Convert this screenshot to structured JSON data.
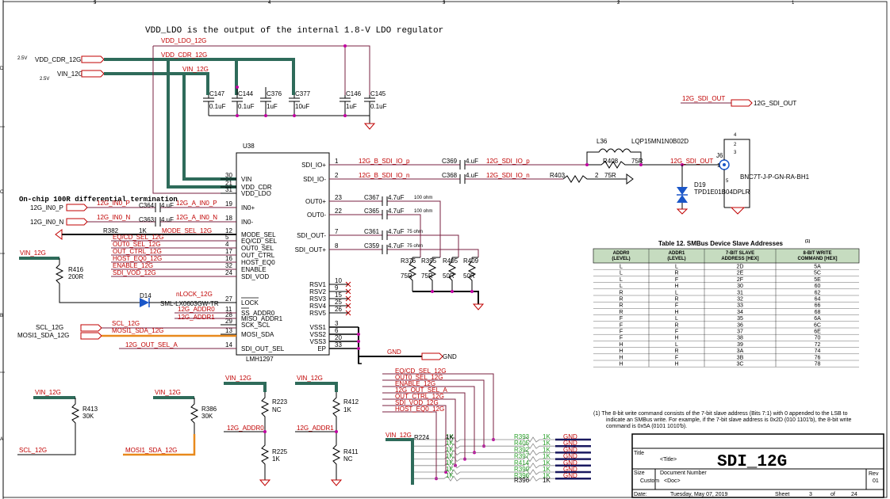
{
  "header_note": "VDD_LDO is the output of the internal 1.8-V LDO regulator",
  "termination_note": "On-chip 100R differential termination",
  "ports": {
    "vdd_cdr_voltage": "2.5V",
    "vdd_cdr": "VDD_CDR_12G",
    "vin_voltage": "2.5V",
    "vin": "VIN_12G",
    "in0_p": "12G_IN0_P",
    "in0_n": "12G_IN0_N",
    "scl": "SCL_12G",
    "mosi": "MOSI1_SDA_12G",
    "sdi_out_port": "12G_SDI_OUT",
    "sdi_out_net": "12G_SDI_OUT",
    "gnd": "GND"
  },
  "nets": {
    "vdd_ldo": "VDD_LDO_12G",
    "vdd_cdr": "VDD_CDR_12G",
    "vin": "VIN_12G",
    "b_sdi_io_p": "12G_B_SDI_IO_p",
    "b_sdi_io_n": "12G_B_SDI_IO_n",
    "sdi_io_p": "12G_SDI_IO_p",
    "sdi_io_n": "12G_SDI_IO_n",
    "sdi_out": "12G_SDI_OUT",
    "a_in0_p": "12G_A_IN0_P",
    "a_in0_n": "12G_A_IN0_N",
    "mode_sel": "MODE_SEL_12G",
    "eq_cd_sel": "EQ/CD_SEL_12G",
    "out0_sel": "OUT0_SEL_12G",
    "out_ctrl": "OUT_CTRL_12G",
    "host_eq0": "HOST_EQ0_12G",
    "enable": "ENABLE_12G",
    "sdi_vod": "SDI_VOD_12G",
    "nlock": "nLOCK_12G",
    "addr0": "12G_ADDR0",
    "addr1": "12G_ADDR1",
    "scl": "SCL_12G",
    "mosi": "MOSI1_SDA_12G",
    "out_sel_a": "12G_OUT_SEL_A",
    "gnd": "GND",
    "in0_p_left": "12G_IN0_P",
    "in0_n_left": "12G_IN0_N"
  },
  "caps": [
    {
      "ref": "C147",
      "val": "0.1uF"
    },
    {
      "ref": "C144",
      "val": "0.1uF"
    },
    {
      "ref": "C376",
      "val": "1uF"
    },
    {
      "ref": "C377",
      "val": "10uF"
    },
    {
      "ref": "C146",
      "val": "1uF"
    },
    {
      "ref": "C145",
      "val": "0.1uF"
    }
  ],
  "ic": {
    "ref": "U38",
    "part": "LMH1297",
    "left_pins": [
      {
        "num": "30",
        "name": "VIN"
      },
      {
        "num": "21",
        "name": "VDD_CDR"
      },
      {
        "num": "31",
        "name": "VDD_LDO"
      },
      {
        "num": "19",
        "name": "IN0+"
      },
      {
        "num": "18",
        "name": "IN0-"
      },
      {
        "num": "12",
        "name": "MODE_SEL"
      },
      {
        "num": "5",
        "name": "EQ/CD_SEL"
      },
      {
        "num": "4",
        "name": "OUT0_SEL"
      },
      {
        "num": "17",
        "name": "OUT_CTRL"
      },
      {
        "num": "16",
        "name": "HOST_EQ0"
      },
      {
        "num": "32",
        "name": "ENABLE"
      },
      {
        "num": "24",
        "name": "SDI_VOD"
      },
      {
        "num": "27",
        "name": "LOCK"
      },
      {
        "num": "11",
        "name": "SS_ADDR0"
      },
      {
        "num": "28",
        "name": "MISO_ADDR1"
      },
      {
        "num": "29",
        "name": "SCK_SCL"
      },
      {
        "num": "13",
        "name": "MOSI_SDA"
      },
      {
        "num": "14",
        "name": "SDI_OUT_SEL"
      }
    ],
    "right_pins": [
      {
        "num": "1",
        "name": "SDI_IO+"
      },
      {
        "num": "2",
        "name": "SDI_IO-"
      },
      {
        "num": "23",
        "name": "OUT0+"
      },
      {
        "num": "22",
        "name": "OUT0-"
      },
      {
        "num": "7",
        "name": "SDI_OUT-"
      },
      {
        "num": "8",
        "name": "SDI_OUT+"
      },
      {
        "num": "10",
        "name": "RSV1"
      },
      {
        "num": "9",
        "name": "RSV2"
      },
      {
        "num": "15",
        "name": "RSV3"
      },
      {
        "num": "25",
        "name": "RSV4"
      },
      {
        "num": "26",
        "name": "RSV5"
      },
      {
        "num": "3",
        "name": "VSS1"
      },
      {
        "num": "6",
        "name": "VSS2"
      },
      {
        "num": "20",
        "name": "VSS3"
      },
      {
        "num": "33",
        "name": "EP"
      }
    ]
  },
  "parts": {
    "c364": "C364",
    "c364_val": "4.uF",
    "c363": "C363",
    "c363_val": "4.uF",
    "r382": "R382",
    "r382_val": "1K",
    "c369": "C369",
    "c369_val": "4.uF",
    "c368": "C368",
    "c368_val": "4.uF",
    "c367": "C367",
    "c367_val": "4.7uF",
    "c367_note": "100 ohm",
    "c365": "C365",
    "c365_val": "4.7uF",
    "c365_note": "100 ohm",
    "c361": "C361",
    "c361_val": "4.7uF",
    "c361_note": "75 ohm",
    "c359": "C359",
    "c359_val": "4.7uF",
    "c359_note": "75 ohm",
    "r376": "R376",
    "r376_val": "75R",
    "r395": "R395",
    "r395_val": "75R",
    "r405": "R405",
    "r405_val": "50R",
    "r409": "R409",
    "r409_val": "50R",
    "l36": "L36",
    "l36_part": "LQP15MN1N0B02D",
    "r408": "R408",
    "r408_val": "75R",
    "r403": "R403",
    "r403_val": "75R",
    "d19": "D19",
    "d19_part": "TPD1E01B04DPLR",
    "j6": "J6",
    "j6_part": "BNC7T-J-P-GN-RA-BH1",
    "r416": "R416",
    "r416_val": "200R",
    "d14": "D14",
    "d14_part": "SML-LX0603GW-TR",
    "r413": "R413",
    "r413_val": "30K",
    "r386": "R386",
    "r386_val": "30K",
    "r223": "R223",
    "r223_val": "NC",
    "r225": "R225",
    "r225_val": "1K",
    "r412": "R412",
    "r412_val": "1K",
    "r411": "R411",
    "r411_val": "NC",
    "r224": "R224",
    "r224_val": "1K",
    "r396": "R396",
    "r396_val": "1K"
  },
  "strap_nets": [
    "EQ/CD_SEL_12G",
    "OUT0_SEL_12G",
    "ENABLE_12G",
    "12G_OUT_SEL_A",
    "OUT_CTRL_12G",
    "SDI_VOD_12G",
    "HOST_EQ0_12G"
  ],
  "pulldowns": [
    "R393",
    "R405",
    "R392",
    "R397",
    "R414",
    "R399",
    "R396"
  ],
  "table": {
    "caption": "Table 12. SMBus Device Slave Addresses",
    "caption_sup": "(1)",
    "headers": [
      [
        "ADDR0",
        "(LEVEL)"
      ],
      [
        "ADDR1",
        "(LEVEL)"
      ],
      [
        "7-BIT SLAVE",
        "ADDRESS [HEX]"
      ],
      [
        "8-BIT WRITE",
        "COMMAND [HEX]"
      ]
    ],
    "rows": [
      [
        "L",
        "L",
        "2D",
        "5A"
      ],
      [
        "L",
        "R",
        "2E",
        "5C"
      ],
      [
        "L",
        "F",
        "2F",
        "5E"
      ],
      [
        "L",
        "H",
        "30",
        "60"
      ],
      [
        "R",
        "L",
        "31",
        "62"
      ],
      [
        "R",
        "R",
        "32",
        "64"
      ],
      [
        "R",
        "F",
        "33",
        "66"
      ],
      [
        "R",
        "H",
        "34",
        "68"
      ],
      [
        "F",
        "L",
        "35",
        "6A"
      ],
      [
        "F",
        "R",
        "36",
        "6C"
      ],
      [
        "F",
        "F",
        "37",
        "6E"
      ],
      [
        "F",
        "H",
        "38",
        "70"
      ],
      [
        "H",
        "L",
        "39",
        "72"
      ],
      [
        "H",
        "R",
        "3A",
        "74"
      ],
      [
        "H",
        "F",
        "3B",
        "76"
      ],
      [
        "H",
        "H",
        "3C",
        "78"
      ]
    ],
    "footnote_1": "(1)  The 8-bit write command consists of the 7-bit slave address (Bits 7:1) with 0 appended to the LSB to",
    "footnote_2": "indicate an SMBus write. For example, if the 7-bit slave address is 0x2D (010 1101'b), the 8-bit write",
    "footnote_3": "command is 0x5A (0101 1010'b)."
  },
  "title_block": {
    "title_label": "Title",
    "title_field": "<Title>",
    "title": "SDI_12G",
    "size_label": "Size",
    "size": "Custom",
    "docnum_label": "Document Number",
    "docnum": "<Doc>",
    "rev_label": "Rev",
    "rev": "01",
    "date_label": "Date:",
    "date": "Tuesday, May 07, 2019",
    "sheet_label": "Sheet",
    "sheet": "3",
    "of_label": "of",
    "sheets": "24"
  },
  "border": {
    "left_letters": [
      "D",
      "C",
      "B",
      "A"
    ],
    "top_numbers": [
      "5",
      "4",
      "3",
      "2",
      "1"
    ]
  }
}
